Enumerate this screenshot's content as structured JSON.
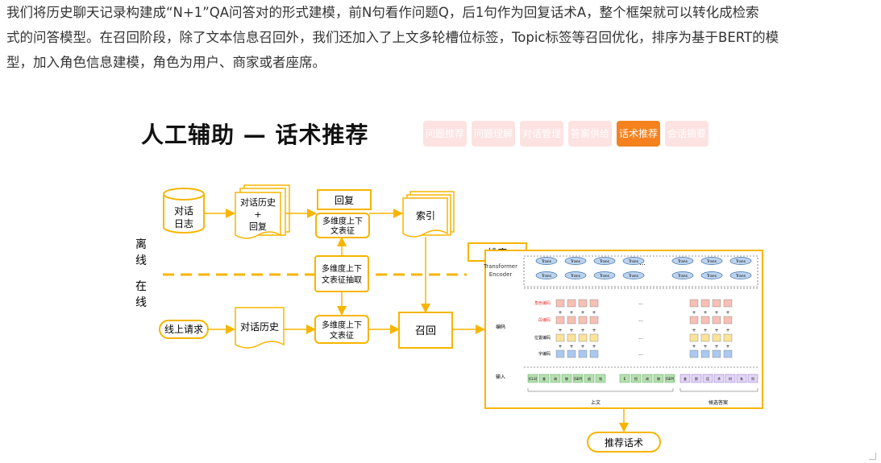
{
  "paragraph": [
    "我们将历史聊天记录构建成“N+1”QA问答对的形式建模，前N句看作问题Q，后1句作为回复话术A，整个框架就可以转化成检索",
    "式的问答模型。在召回阶段，除了文本信息召回外，我们还加入了上文多轮槽位标签，Topic标签等召回优化，排序为基于BERT的模",
    "型，加入角色信息建模，角色为用户、商家或者座席。"
  ],
  "figure": {
    "title": "人工辅助 — 话术推荐",
    "tabs": [
      "问题推荐",
      "问题理解",
      "对话管理",
      "答案供给",
      "话术推荐",
      "会话摘要"
    ],
    "active_tab": "话术推荐",
    "nodes": {
      "log": [
        "对话",
        "日志"
      ],
      "history_reply": [
        "对话历史",
        "+",
        "回复"
      ],
      "reply": "回复",
      "feat1": [
        "多维度上下",
        "文表征"
      ],
      "index": "索引",
      "feat_extract": [
        "多维度上下",
        "文表征抽取"
      ],
      "online_request": "线上请求",
      "history": "对话历史",
      "feat2": [
        "多维度上下",
        "文表征"
      ],
      "recall": "召回",
      "rank": "排序",
      "recommend": "推荐话术"
    },
    "side_labels": {
      "offline": [
        "离",
        "线"
      ],
      "online": [
        "在",
        "线"
      ]
    },
    "rank_panel": {
      "encoder_label": [
        "Transformer",
        "Encoder"
      ],
      "trans": "Trans",
      "dots": "...",
      "row_labels": [
        "角色编码",
        "段编码",
        "位置编码",
        "字编码"
      ],
      "encode_label": "编码",
      "input_label": "输入",
      "context_tokens": [
        "[CLS]",
        "查",
        "询",
        "物",
        "[SEP]",
        "退",
        "钱"
      ],
      "context_tokens_right": [
        "E",
        "恒",
        "询",
        "物",
        "[SEP]"
      ],
      "answer_tokens": [
        "查",
        "那",
        "话",
        "术",
        "时",
        "系",
        "列"
      ],
      "context_label": "上文",
      "answer_label": "候选答案"
    }
  },
  "colors": {
    "accent": "#f5821f",
    "line": "#f7b500",
    "tab_inactive": "#fde2e2"
  }
}
